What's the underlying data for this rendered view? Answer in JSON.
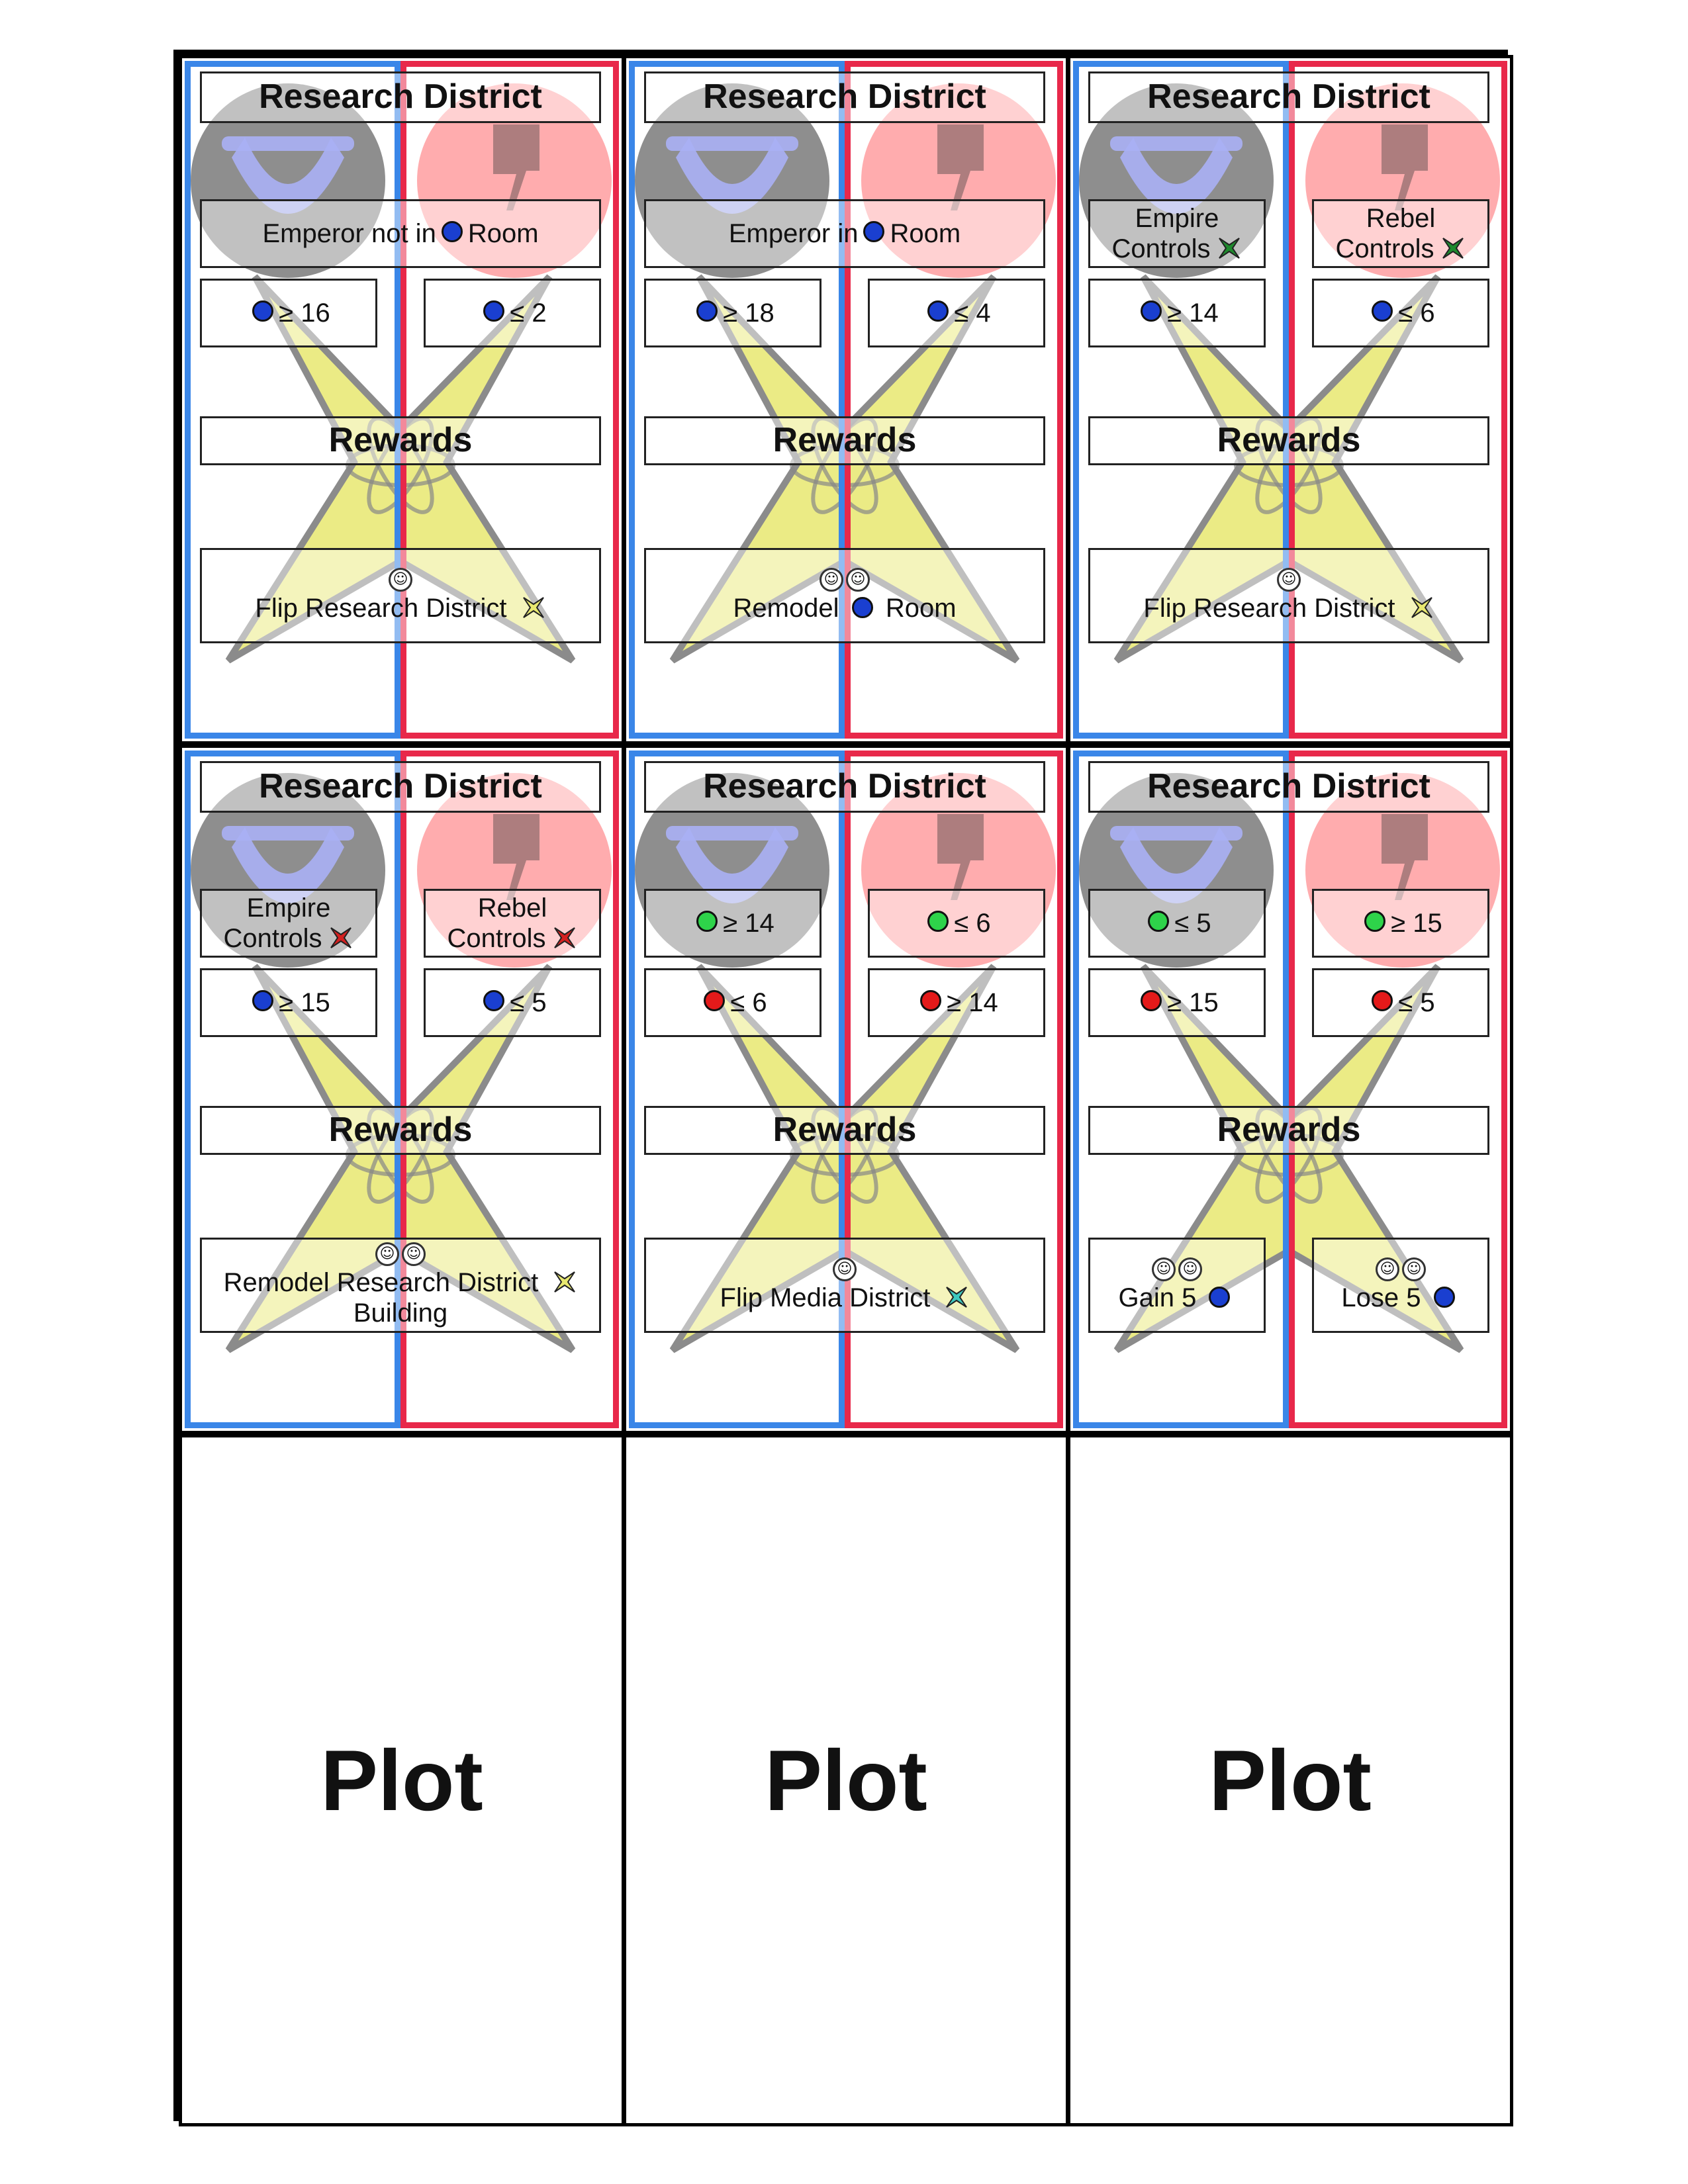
{
  "colors": {
    "empire": "#3a86e8",
    "rebel": "#e8284a",
    "eye": "#1a3fd0",
    "money": "#2ed34a",
    "gun": "#e41a1a",
    "district_yellow": "#e8e870"
  },
  "icons": {
    "agent": "agent-icon",
    "eye": "eye-resource-icon",
    "money": "money-resource-icon",
    "gun": "gun-resource-icon",
    "district": "star-district-icon"
  },
  "cards": [
    {
      "title": "Research District",
      "cond_full": "Emperor not in",
      "cond_full_suffix": "Room",
      "req_l": "≥ 16",
      "req_r": "≤ 2",
      "rewards_label": "Rewards",
      "reward": "Flip Research District",
      "reward_agents": 1
    },
    {
      "title": "Research District",
      "cond_full": "Emperor in",
      "cond_full_suffix": "Room",
      "req_l": "≥ 18",
      "req_r": "≤ 4",
      "rewards_label": "Rewards",
      "reward_prefix": "Remodel",
      "reward_suffix": "Room",
      "reward_agents": 2
    },
    {
      "title": "Research District",
      "cond_l_1": "Empire",
      "cond_l_2": "Controls",
      "cond_r_1": "Rebel",
      "cond_r_2": "Controls",
      "req_l": "≥ 14",
      "req_r": "≤ 6",
      "rewards_label": "Rewards",
      "reward": "Flip Research District",
      "reward_agents": 1
    },
    {
      "title": "Research District",
      "cond_l_1": "Empire",
      "cond_l_2": "Controls",
      "cond_r_1": "Rebel",
      "cond_r_2": "Controls",
      "req_l": "≥ 15",
      "req_r": "≤ 5",
      "rewards_label": "Rewards",
      "reward": "Remodel Research District",
      "reward_line2": "Building",
      "reward_agents": 2
    },
    {
      "title": "Research District",
      "cond_l": "≥ 14",
      "cond_r": "≤ 6",
      "req_l": "≤ 6",
      "req_r": "≥ 14",
      "rewards_label": "Rewards",
      "reward": "Flip Media District",
      "reward_agents": 1
    },
    {
      "title": "Research District",
      "cond_l": "≤ 5",
      "cond_r": "≥ 15",
      "req_l": "≥ 15",
      "req_r": "≤ 5",
      "rewards_label": "Rewards",
      "reward_l": "Gain 5",
      "reward_r": "Lose 5",
      "reward_agents": 2
    }
  ],
  "plots": [
    "Plot",
    "Plot",
    "Plot"
  ]
}
